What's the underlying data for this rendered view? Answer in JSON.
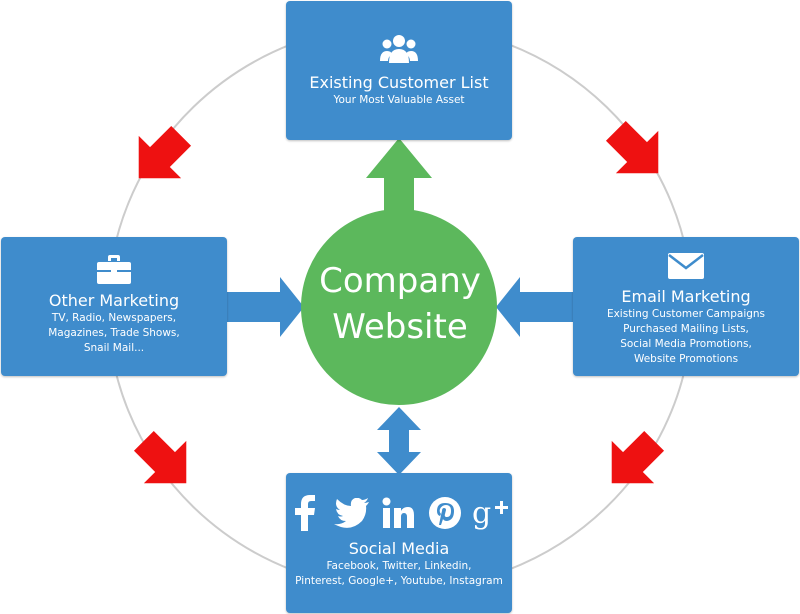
{
  "center": {
    "line1": "Company",
    "line2": "Website"
  },
  "boxes": {
    "top": {
      "title": "Existing Customer List",
      "lines": [
        "Your Most Valuable Asset"
      ],
      "icon": "users-icon"
    },
    "left": {
      "title": "Other Marketing",
      "lines": [
        "TV, Radio, Newspapers,",
        "Magazines, Trade Shows,",
        "Snail Mail..."
      ],
      "icon": "briefcase-icon"
    },
    "right": {
      "title": "Email Marketing",
      "lines": [
        "Existing Customer Campaigns",
        "Purchased Mailing Lists,",
        "Social Media Promotions,",
        "Website Promotions"
      ],
      "icon": "envelope-icon"
    },
    "bottom": {
      "title": "Social Media",
      "lines": [
        "Facebook, Twitter, Linkedin,",
        "Pinterest, Google+, Youtube, Instagram"
      ],
      "icons": [
        "facebook-icon",
        "twitter-icon",
        "linkedin-icon",
        "pinterest-icon",
        "google-plus-icon"
      ]
    }
  },
  "colors": {
    "box": "#3f8ccc",
    "center_circle": "#5cb85c",
    "up_arrow": "#5cb85c",
    "cycle_arrow": "#ee1111",
    "ring": "#cccccc",
    "text": "#ffffff"
  }
}
